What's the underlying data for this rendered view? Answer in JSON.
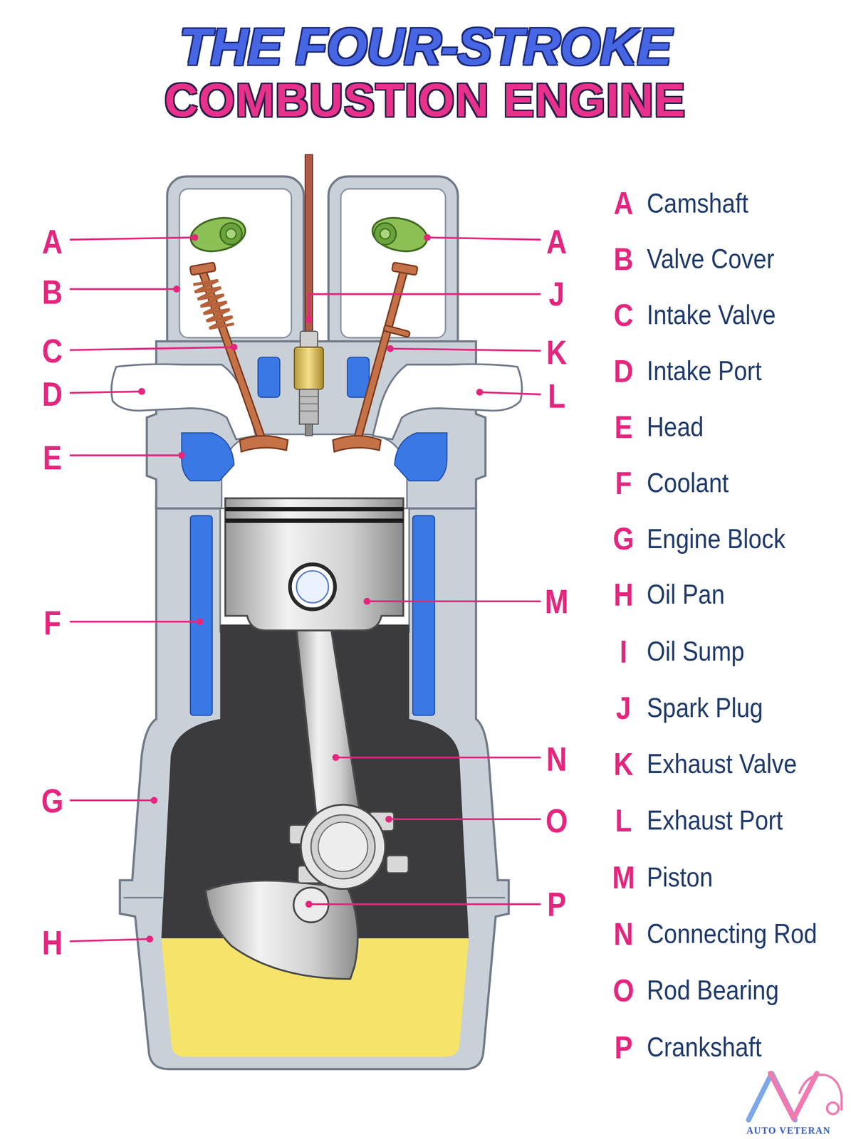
{
  "diagram": {
    "title": "THE FOUR-STROKE COMBUSTION ENGINE",
    "labels": [
      "A",
      "A",
      "B",
      "J",
      "C",
      "K",
      "D",
      "L",
      "E",
      "M",
      "F",
      "N",
      "G",
      "O",
      "P",
      "H",
      "A",
      "Camshaft",
      "B",
      "Valve Cover",
      "C",
      "Intake Valve",
      "D",
      "Intake Port",
      "E",
      "Head",
      "F",
      "Coolant",
      "G",
      "Engine Block",
      "H",
      "Oil Pan",
      "I",
      "Oil Sump",
      "J",
      "Spark Plug",
      "K",
      "Exhaust Valve",
      "L",
      "Exhaust Port",
      "M",
      "Piston",
      "N",
      "Connecting Rod",
      "O",
      "Rod Bearing",
      "P",
      "Crankshaft",
      "AUTO VETERAN"
    ]
  }
}
